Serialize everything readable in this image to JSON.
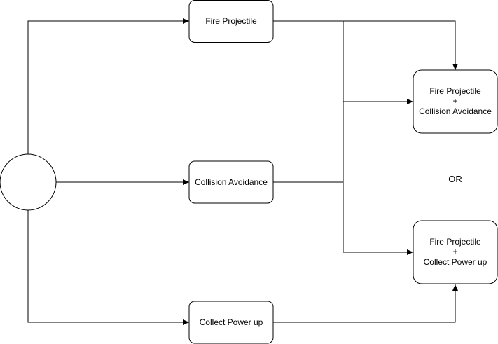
{
  "diagram": {
    "start_node": {
      "label": ""
    },
    "nodes": {
      "fire_projectile": {
        "label": "Fire Projectile"
      },
      "collision_avoidance": {
        "label": "Collision Avoidance"
      },
      "collect_power_up": {
        "label": "Collect Power up"
      },
      "combo_fire_collision": {
        "line1": "Fire Projectile",
        "line2": "+",
        "line3": "Collision Avoidance"
      },
      "combo_fire_powerup": {
        "line1": "Fire Projectile",
        "line2": "+",
        "line3": "Collect Power up"
      }
    },
    "or_label": "OR",
    "colors": {
      "stroke": "#000000",
      "fill": "#ffffff",
      "text": "#000000"
    }
  }
}
